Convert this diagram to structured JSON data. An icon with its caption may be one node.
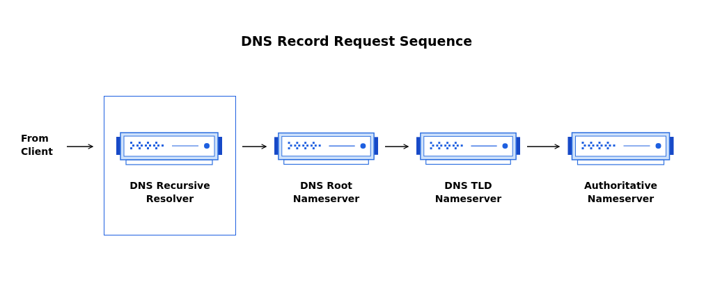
{
  "diagram": {
    "title": "DNS Record Request Sequence",
    "nodes": [
      {
        "text": [
          "From Client"
        ]
      },
      {
        "text": [
          "DNS Recursive Resolver"
        ]
      },
      {
        "text": [
          "DNS Root Nameserver"
        ]
      },
      {
        "text": [
          "DNS TLD Nameserver"
        ]
      },
      {
        "text": [
          "Authoritative Nameserver"
        ]
      }
    ],
    "edges": [
      {
        "from": 0,
        "to": 1,
        "arrow": "to"
      },
      {
        "from": 1,
        "to": 2,
        "arrow": "to"
      },
      {
        "from": 2,
        "to": 3,
        "arrow": "to"
      },
      {
        "from": 3,
        "to": 4,
        "arrow": "to"
      }
    ]
  }
}
